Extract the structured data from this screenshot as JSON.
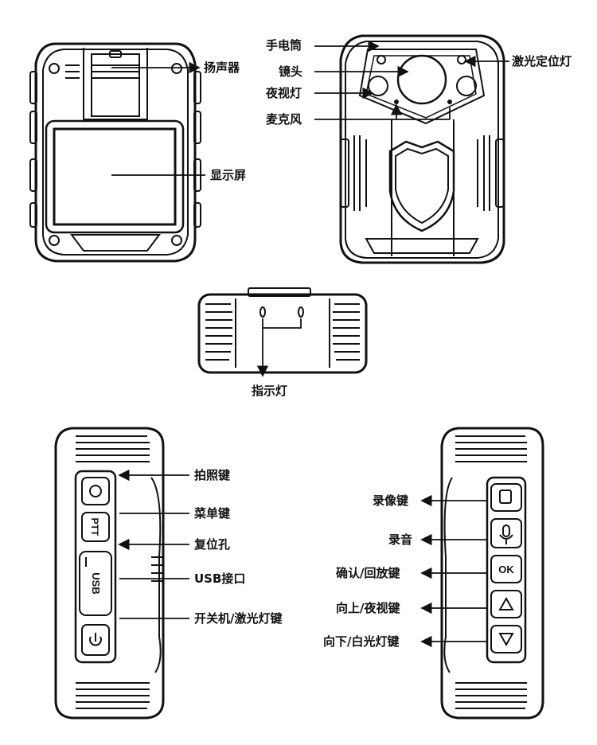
{
  "front_view": {
    "speaker": "扬声器",
    "display": "显示屏"
  },
  "back_view": {
    "flashlight": "手电筒",
    "lens": "镜头",
    "night_vision_light": "夜视灯",
    "microphone": "麦克风",
    "laser_locator": "激光定位灯"
  },
  "top_view": {
    "indicator_light": "指示灯"
  },
  "left_side_view": {
    "photo_key": "拍照键",
    "menu_key": "菜单键",
    "reset_hole": "复位孔",
    "usb_port": "USB接口",
    "power_laser_key": "开关机/激光灯键",
    "ptt_text": "PTT",
    "usb_text": "USB"
  },
  "right_side_view": {
    "record_video_key": "录像键",
    "record_audio_key": "录音",
    "confirm_playback_key": "确认/回放键",
    "up_night_vision_key": "向上/夜视键",
    "down_white_light_key": "向下/白光灯键",
    "ok_text": "OK"
  }
}
